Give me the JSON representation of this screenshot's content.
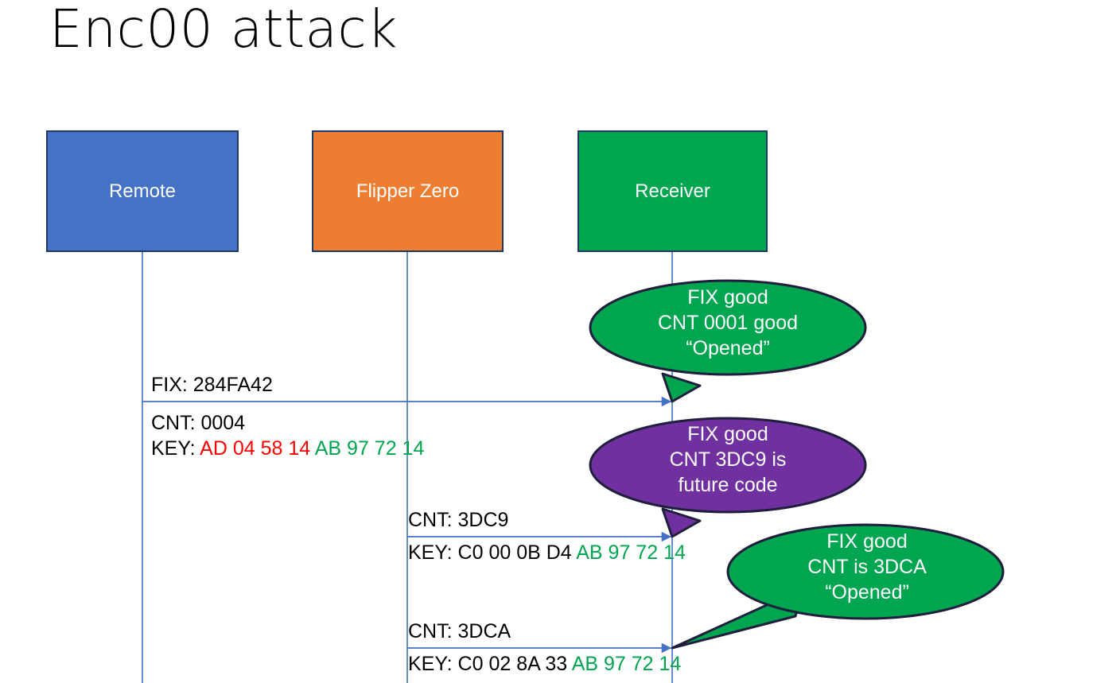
{
  "title": "Enc00 attack",
  "actors": [
    {
      "name": "Remote",
      "label": "Remote",
      "color": "#4472C4"
    },
    {
      "name": "Flipper Zero",
      "label": "Flipper Zero",
      "color": "#ED7D31"
    },
    {
      "name": "Receiver",
      "label": "Receiver",
      "color": "#00A550"
    }
  ],
  "messages": {
    "fix": "FIX: 284FA42",
    "cnt1": "CNT: 0004",
    "key1_label": "KEY: ",
    "key1_red": "AD 04 58 14",
    "key1_green": "AB 97 72 14",
    "cnt2": "CNT: 3DC9",
    "key2_label": "KEY: C0 00 0B D4 ",
    "key2_green": "AB 97 72 14",
    "cnt3": "CNT: 3DCA",
    "key3_label": "KEY: C0 02 8A 33 ",
    "key3_green": "AB 97 72 14"
  },
  "bubbles": [
    {
      "name": "receiver-response-1",
      "color": "#00A550",
      "line1": "FIX good",
      "line2": "CNT 0001 good",
      "line3": "“Opened”"
    },
    {
      "name": "receiver-response-2",
      "color": "#7030A0",
      "line1": "FIX good",
      "line2": "CNT 3DC9 is",
      "line3": "future code"
    },
    {
      "name": "receiver-response-3",
      "color": "#00A550",
      "line1": "FIX good",
      "line2": "CNT is 3DCA",
      "line3": "“Opened”"
    }
  ],
  "colors": {
    "blue": "#4472C4",
    "orange": "#ED7D31",
    "green": "#00A550",
    "purple": "#7030A0",
    "red": "#FF0000",
    "border": "#1F3864",
    "line": "#4472C4"
  }
}
